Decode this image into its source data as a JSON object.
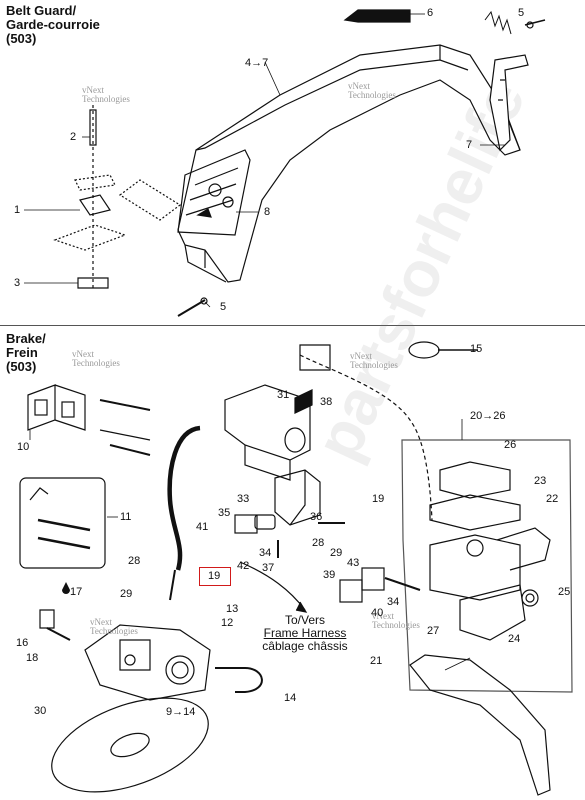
{
  "sections": {
    "belt_guard": {
      "line1": "Belt Guard/",
      "line2": "Garde-courroie",
      "line3": "(503)"
    },
    "brake": {
      "line1": "Brake/",
      "line2": "Frein",
      "line3": "(503)"
    }
  },
  "watermarks": {
    "vnext": "vNext",
    "technologies": "Technologies",
    "big": "partsforhelife"
  },
  "callouts": {
    "c1": "1",
    "c2": "2",
    "c3": "3",
    "c4_7": "4→7",
    "c5a": "5",
    "c5b": "5",
    "c6": "6",
    "c7": "7",
    "c8": "8",
    "c9_14": "9→14",
    "c10": "10",
    "c11": "11",
    "c12": "12",
    "c13": "13",
    "c14": "14",
    "c15": "15",
    "c16": "16",
    "c17": "17",
    "c18": "18",
    "c19a": "19",
    "c19b": "19",
    "c20_26": "20→26",
    "c21": "21",
    "c22": "22",
    "c23": "23",
    "c24": "24",
    "c25": "25",
    "c26": "26",
    "c27": "27",
    "c28a": "28",
    "c28b": "28",
    "c29a": "29",
    "c29b": "29",
    "c30": "30",
    "c31": "31",
    "c33": "33",
    "c34a": "34",
    "c34b": "34",
    "c35": "35",
    "c36": "36",
    "c37": "37",
    "c38": "38",
    "c39": "39",
    "c40": "40",
    "c41": "41",
    "c42": "42",
    "c43": "43"
  },
  "harness_note": {
    "line1": "To/Vers",
    "line2": "Frame Harness",
    "line3": "câblage châssis"
  },
  "colors": {
    "highlight": "#d11a1a",
    "ink": "#111111"
  }
}
